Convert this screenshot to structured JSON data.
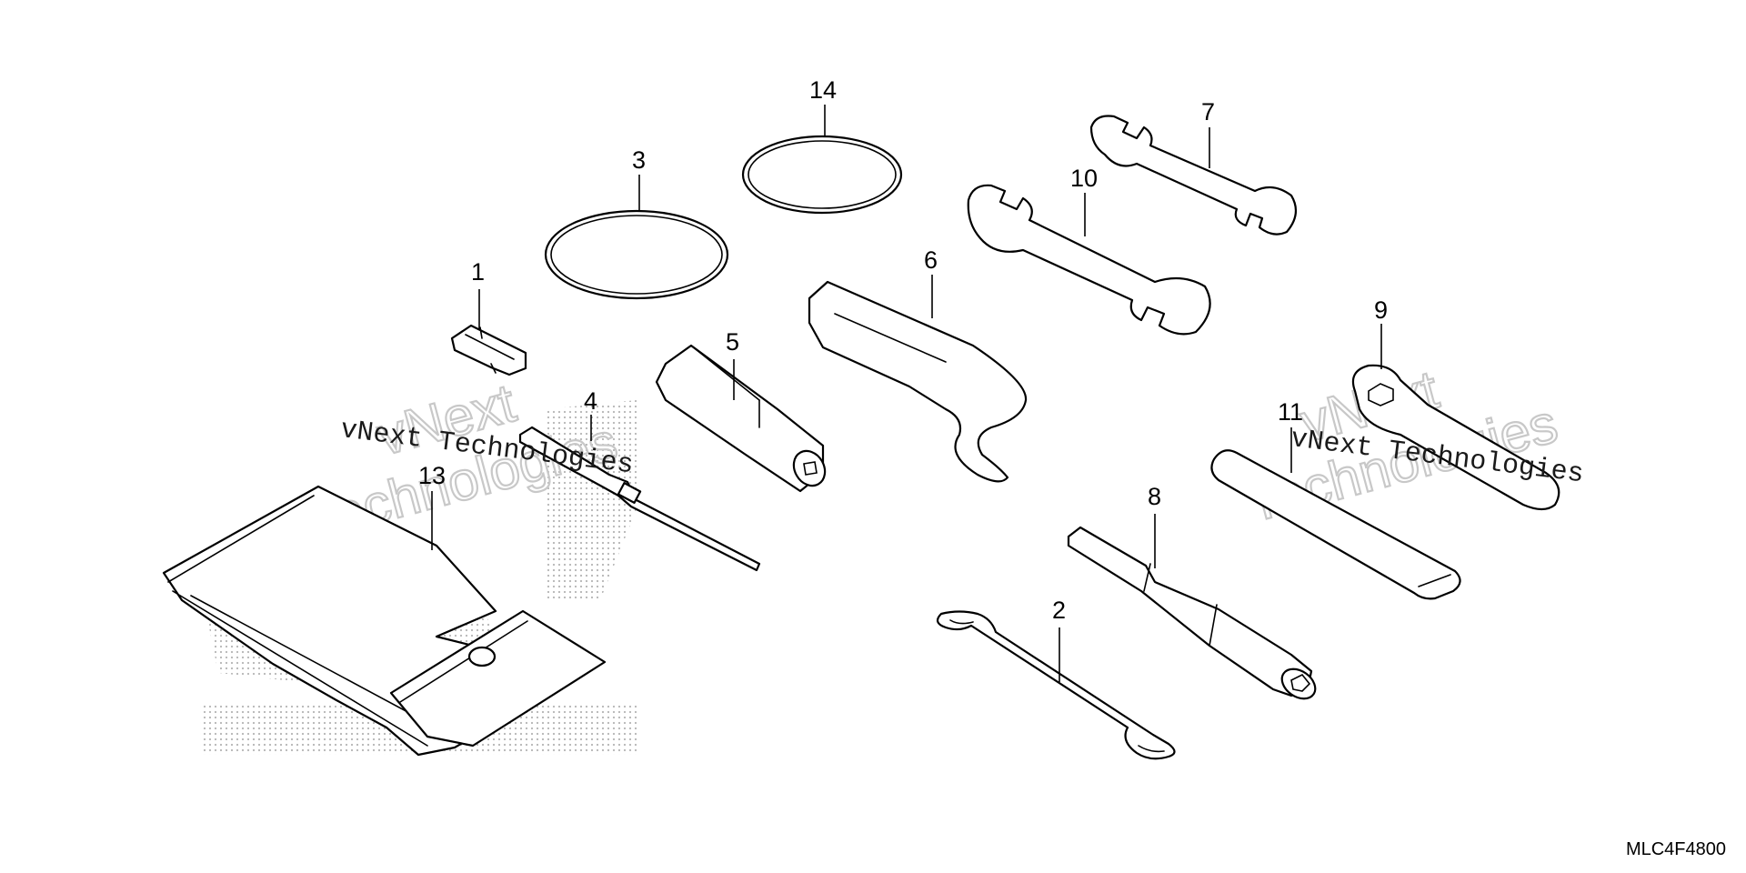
{
  "diagram": {
    "diagram_code": "MLC4F4800",
    "callouts": [
      {
        "id": "1",
        "label": "1"
      },
      {
        "id": "2",
        "label": "2"
      },
      {
        "id": "3",
        "label": "3"
      },
      {
        "id": "4",
        "label": "4"
      },
      {
        "id": "5",
        "label": "5"
      },
      {
        "id": "6",
        "label": "6"
      },
      {
        "id": "7",
        "label": "7"
      },
      {
        "id": "8",
        "label": "8"
      },
      {
        "id": "9",
        "label": "9"
      },
      {
        "id": "10",
        "label": "10"
      },
      {
        "id": "11",
        "label": "11"
      },
      {
        "id": "13",
        "label": "13"
      },
      {
        "id": "14",
        "label": "14"
      }
    ]
  },
  "watermark": {
    "line": "vNext Technologies",
    "word1": "vNext",
    "word2": "Technologies"
  }
}
